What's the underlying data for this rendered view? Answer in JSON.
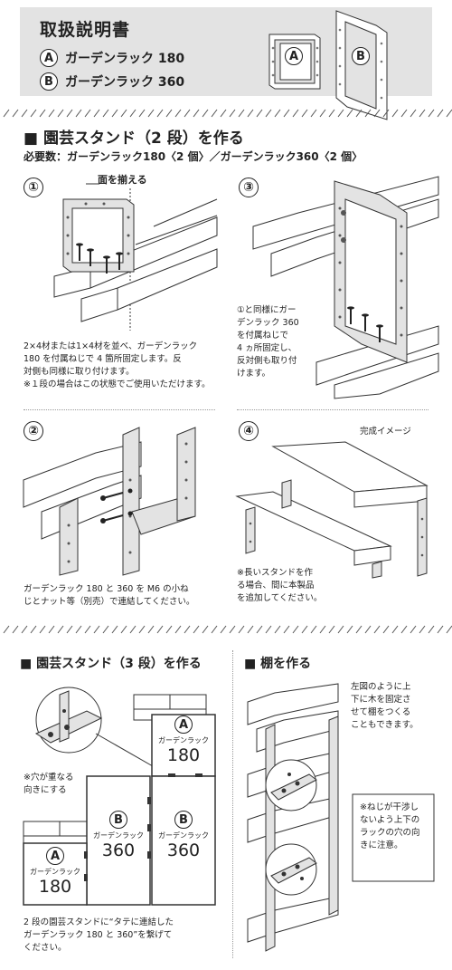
{
  "header": {
    "title": "取扱説明書",
    "item_a_letter": "A",
    "item_a_label": "ガーデンラック 180",
    "item_b_letter": "B",
    "item_b_label": "ガーデンラック 360",
    "thumb_a": "A",
    "thumb_b": "B"
  },
  "section1": {
    "title": "■ 園芸スタンド（2 段）を作る",
    "required": "必要数：ガーデンラック180〈2 個〉／ガーデンラック360〈2 個〉"
  },
  "step1": {
    "num": "①",
    "callout": "面を揃える",
    "text1": "2×4材または1×4材を並べ、ガーデンラック",
    "text2": "180 を付属ねじで 4 箇所固定します。反",
    "text3": "対側も同様に取り付けます。",
    "note": "※１段の場合はこの状態でご使用いただけます。"
  },
  "step3": {
    "num": "③",
    "lines": [
      "①と同様にガー",
      "デンラック 360",
      "を付属ねじで",
      "4 ヵ所固定し、",
      "反対側も取り付",
      "けます。"
    ]
  },
  "step2": {
    "num": "②",
    "text1": "ガーデンラック 180 と 360 を M6 の小ね",
    "text2": "じとナット等（別売）で連結してください。"
  },
  "step4": {
    "num": "④",
    "caption": "完成イメージ",
    "lines": [
      "※長いスタンドを作",
      "る場合、間に本製品",
      "を追加してください。"
    ]
  },
  "section2": {
    "title": "■ 園芸スタンド（3 段）を作る",
    "hole_note1": "※穴が重なる",
    "hole_note2": "向きにする",
    "box_a_top_letter": "A",
    "box_a_top_name": "ガーデンラック",
    "box_a_top_num": "180",
    "box_b1_letter": "B",
    "box_b1_name": "ガーデンラック",
    "box_b1_num": "360",
    "box_b2_letter": "B",
    "box_b2_name": "ガーデンラック",
    "box_b2_num": "360",
    "box_a_bottom_letter": "A",
    "box_a_bottom_name": "ガーデンラック",
    "box_a_bottom_num": "180",
    "text1": "2 段の園芸スタンドに“タテに連結した",
    "text2": "ガーデンラック 180 と 360”を繋げて",
    "text3": "ください。"
  },
  "section3": {
    "title": "■ 棚を作る",
    "lines": [
      "左図のように上",
      "下に木を固定さ",
      "せて棚をつくる",
      "こともできます。"
    ],
    "note_lines": [
      "※ねじが干渉し",
      "ないよう上下の",
      "ラックの穴の向",
      "きに注意。"
    ]
  }
}
